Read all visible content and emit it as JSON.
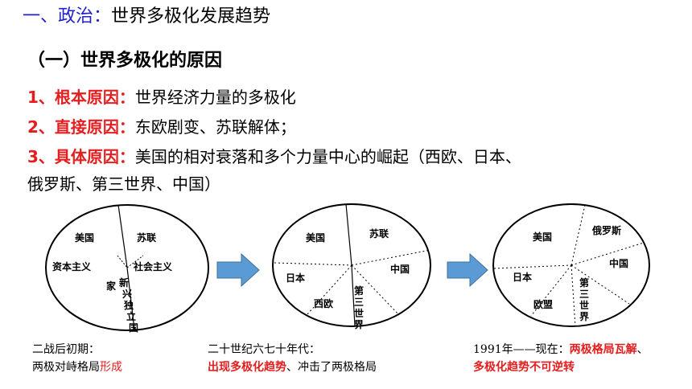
{
  "heading": {
    "number": "一、政治：",
    "text": "世界多极化发展趋势"
  },
  "subheading": "（一）世界多极化的原因",
  "reasons": [
    {
      "label": "1、根本原因：",
      "text": "世界经济力量的多极化"
    },
    {
      "label": "2、直接原因：",
      "text": "东欧剧变、苏联解体；"
    },
    {
      "label": "3、具体原因：",
      "text": "美国的相对衰落和多个力量中心的崛起（西欧、日本、",
      "continuation": "俄罗斯、第三世界、中国）"
    }
  ],
  "diagram1": {
    "labels": [
      "美国",
      "苏联",
      "资本主义",
      "社会主义",
      "家",
      "新",
      "兴",
      "独",
      "立",
      "国"
    ],
    "caption_line1": "二战后初期：",
    "caption_line2_plain": "两极对峙格局",
    "caption_line2_red": "形成"
  },
  "diagram2": {
    "labels": [
      "美国",
      "苏联",
      "日本",
      "中国",
      "西欧",
      "第",
      "三",
      "世",
      "界"
    ],
    "caption_line1": "二十世纪六七十年代：",
    "caption_line2_red": "出现多极化趋势",
    "caption_line2_plain": "、冲击了两极格局"
  },
  "diagram3": {
    "labels": [
      "美国",
      "俄罗斯",
      "日本",
      "中国",
      "欧盟",
      "第",
      "三",
      "世",
      "界"
    ],
    "caption_line1_plain": "1991年——现在：",
    "caption_line1_red": "两极格局瓦解",
    "caption_line1_end": "、",
    "caption_line2_red": "多极化趋势不可逆转"
  },
  "colors": {
    "accent_red": "#e41e1e",
    "heading_blue": "#1f1fcc",
    "arrow_fill": "#5b9bd5",
    "arrow_stroke": "#41719c"
  }
}
